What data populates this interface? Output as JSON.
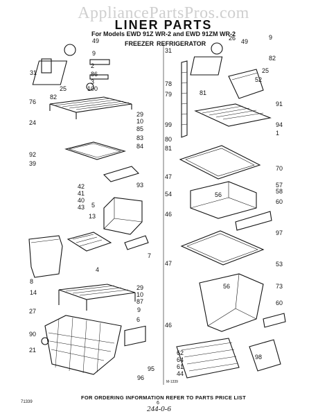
{
  "watermark": "AppliancePartsPros.com",
  "title": "LINER PARTS",
  "subtitle": "For Models EWD 91Z WR-2 and EWD 91ZM WR-2",
  "section_freezer": "FREEZER",
  "section_refrigerator": "REFRIGERATOR",
  "footer": "FOR ORDERING INFORMATION REFER TO PARTS PRICE LIST",
  "page_number": "6",
  "handwritten_note": "244-0-6",
  "doc_code": "71339",
  "illustration_code": "M-1339",
  "callouts_freezer": [
    "49",
    "9",
    "2",
    "86",
    "3",
    "100",
    "25",
    "82",
    "31",
    "76",
    "24",
    "29",
    "10",
    "85",
    "83",
    "84",
    "92",
    "39",
    "93",
    "42",
    "41",
    "40",
    "43",
    "5",
    "13",
    "7",
    "8",
    "14",
    "4",
    "29",
    "10",
    "87",
    "27",
    "9",
    "90",
    "21",
    "95",
    "96",
    "6"
  ],
  "callouts_refrigerator": [
    "31",
    "26",
    "49",
    "9",
    "82",
    "25",
    "78",
    "81",
    "52",
    "79",
    "91",
    "99",
    "94",
    "1",
    "80",
    "81",
    "70",
    "47",
    "54",
    "57",
    "56",
    "58",
    "60",
    "46",
    "97",
    "47",
    "53",
    "56",
    "73",
    "60",
    "46",
    "62",
    "64",
    "61",
    "44",
    "98"
  ]
}
